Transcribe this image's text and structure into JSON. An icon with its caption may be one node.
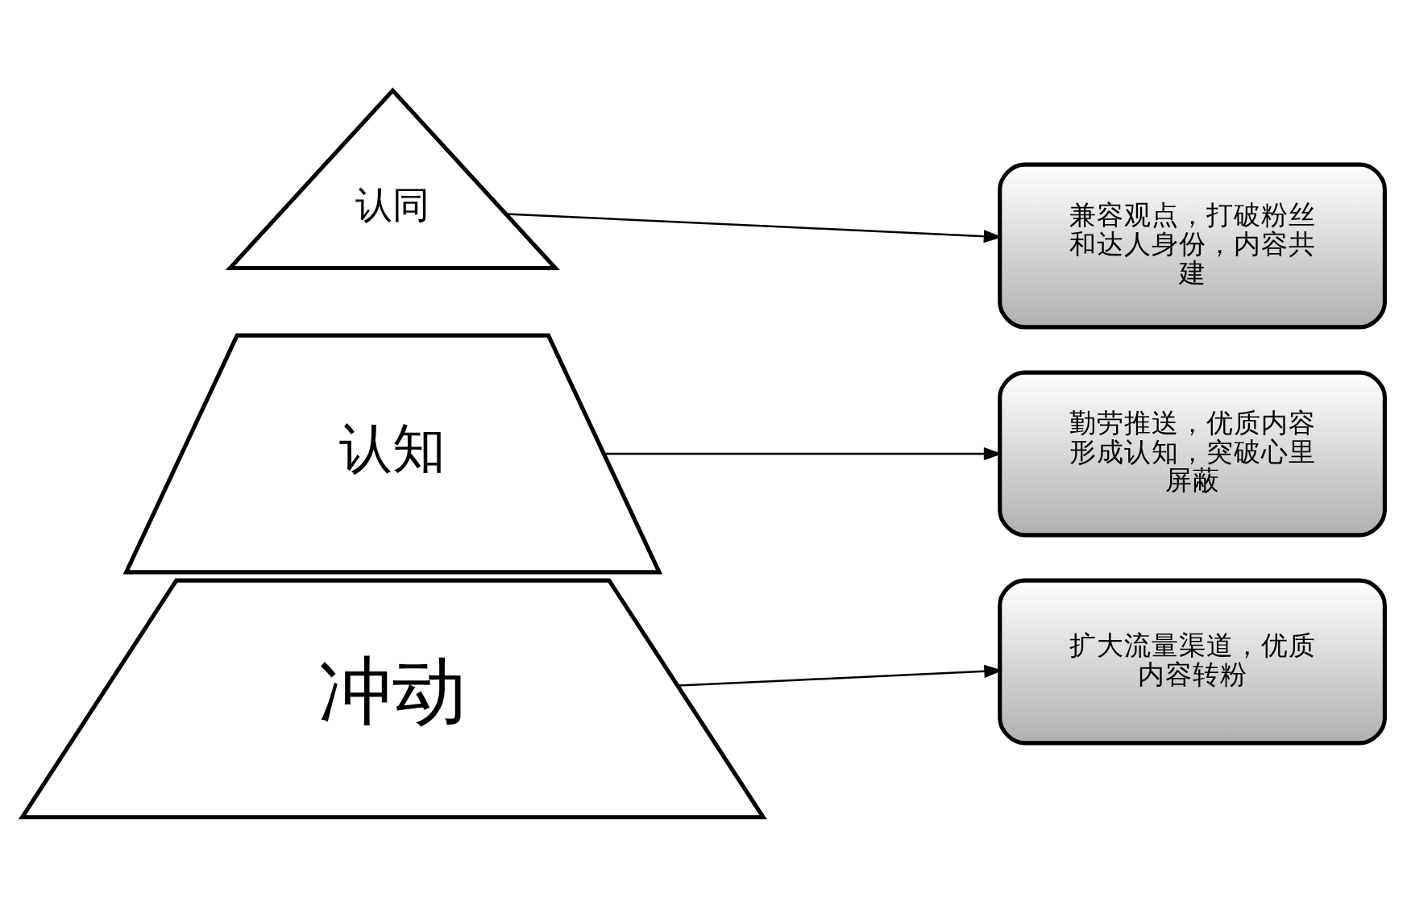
{
  "diagram": {
    "nodes": [
      {
        "text": [
          "认同"
        ]
      },
      {
        "text": [
          "兼容观点，打破粉丝和达人身份，内容共建"
        ]
      },
      {
        "text": [
          "认知"
        ]
      },
      {
        "text": [
          "勤劳推送，优质内容形成认知，突破心里屏蔽"
        ]
      },
      {
        "text": [
          "冲动"
        ]
      },
      {
        "text": [
          "扩大流量渠道，优质内容转粉"
        ]
      }
    ],
    "edges": [
      {
        "from": 0,
        "to": 1,
        "arrow": "to"
      },
      {
        "from": 2,
        "to": 3,
        "arrow": "to"
      },
      {
        "from": 4,
        "to": 5,
        "arrow": "to"
      }
    ]
  }
}
